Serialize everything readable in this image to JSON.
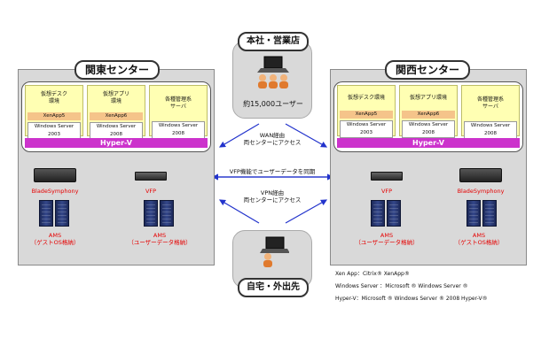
{
  "left_center": {
    "title": "関東センター",
    "cols": [
      {
        "label": "仮想デスク\n環境",
        "app": "XenApp5",
        "os": "Windows Server 2003"
      },
      {
        "label": "仮想アプリ\n環境",
        "app": "XenApp6",
        "os": "Windows Server 2008"
      },
      {
        "label": "各種管理系\nサーバ",
        "app": "",
        "os": "Windows Server 2008"
      }
    ],
    "hyperv": "Hyper-V",
    "blade": "BladeSymphony",
    "vfp": "VFP",
    "ams_left": "AMS\n（ゲストOS格納）",
    "ams_right": "AMS\n（ユーザーデータ格納）"
  },
  "right_center": {
    "title": "関西センター",
    "cols": [
      {
        "label": "仮想デスク環境",
        "app": "XenApp5",
        "os": "Windows Server 2003"
      },
      {
        "label": "仮想アプリ環境",
        "app": "XenApp6",
        "os": "Windows Server 2008"
      },
      {
        "label": "各種管理系\nサーバ",
        "app": "",
        "os": "Windows Server 2008"
      }
    ],
    "hyperv": "Hyper-V",
    "blade": "BladeSymphony",
    "vfp": "VFP",
    "ams_left": "AMS\n（ユーザーデータ格納）",
    "ams_right": "AMS\n（ゲストOS格納）"
  },
  "top_site": {
    "title": "本社・営業店",
    "users": "約15,000ユーザー"
  },
  "bottom_site": {
    "title": "自宅・外出先"
  },
  "links": {
    "wan": "WAN経由\n両センターにアクセス",
    "sync": "VFP機能でユーザーデータを同期",
    "vpn": "VPN経由\n両センターにアクセス"
  },
  "legend": [
    "Xen App：Citrix® XenApp®",
    "Windows Server ：Microsoft ® Windows Server ®",
    "Hyper-V：Microsoft ® Windows Server ® 2008 Hyper-V®"
  ],
  "colors": {
    "hyperv": "#cc33cc",
    "arrow": "#2233cc",
    "red": "#e60000",
    "yellow": "#ffffb3",
    "xenapp": "#f5c48a"
  }
}
